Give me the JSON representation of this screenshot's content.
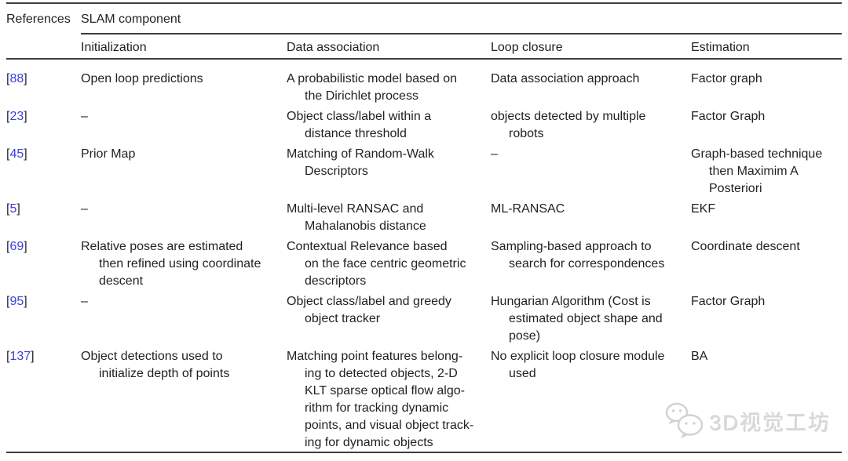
{
  "table": {
    "ref_header": "References",
    "group_header": "SLAM component",
    "columns": [
      "Initialization",
      "Data association",
      "Loop closure",
      "Estimation"
    ],
    "ref_bracket_open": "[",
    "ref_bracket_close": "]",
    "rows": [
      {
        "ref": "88",
        "initialization": "Open loop predictions",
        "data_association": "A probabilistic model based on\nthe Dirichlet process",
        "loop_closure": "Data association approach",
        "estimation": "Factor graph"
      },
      {
        "ref": "23",
        "initialization": "–",
        "data_association": "Object class/label within a\ndistance threshold",
        "loop_closure": "objects detected by multiple\nrobots",
        "estimation": "Factor Graph"
      },
      {
        "ref": "45",
        "initialization": "Prior Map",
        "data_association": "Matching of Random-Walk\nDescriptors",
        "loop_closure": "–",
        "estimation": "Graph-based technique\nthen Maximim A\nPosteriori"
      },
      {
        "ref": "5",
        "initialization": "–",
        "data_association": "Multi-level RANSAC and\nMahalanobis distance",
        "loop_closure": "ML-RANSAC",
        "estimation": "EKF"
      },
      {
        "ref": "69",
        "initialization": "Relative poses are estimated\nthen refined using coordinate\ndescent",
        "data_association": "Contextual Relevance based\non the face centric geometric\ndescriptors",
        "loop_closure": "Sampling-based approach to\nsearch for correspondences",
        "estimation": "Coordinate descent"
      },
      {
        "ref": "95",
        "initialization": "–",
        "data_association": "Object class/label and greedy\nobject tracker",
        "loop_closure": "Hungarian Algorithm (Cost is\nestimated object shape and\npose)",
        "estimation": "Factor Graph"
      },
      {
        "ref": "137",
        "initialization": "Object detections used to\ninitialize depth of points",
        "data_association": "Matching point features belong-\ning to detected objects, 2-D\nKLT sparse optical flow algo-\nrithm for tracking dynamic\npoints, and visual object track-\ning for dynamic objects",
        "loop_closure": "No explicit loop closure module\nused",
        "estimation": "BA"
      }
    ]
  },
  "watermark": {
    "text": "3D视觉工坊",
    "icon": "wechat-icon"
  },
  "colors": {
    "text": "#231f20",
    "rule": "#3d3d3d",
    "ref_link": "#3c3ce0",
    "watermark": "#d7d7d7",
    "background": "#ffffff"
  }
}
